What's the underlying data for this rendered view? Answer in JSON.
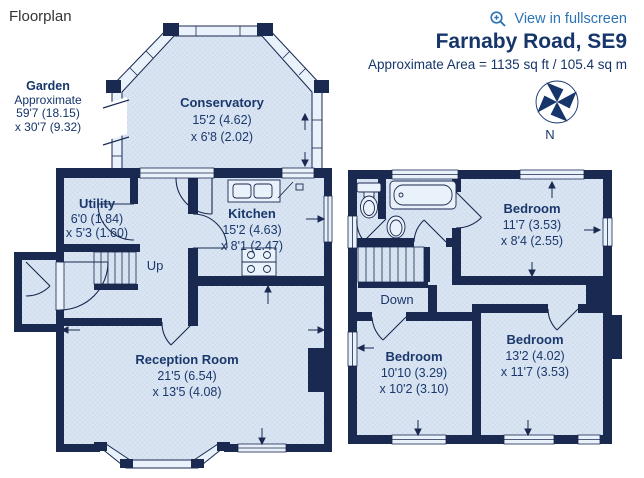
{
  "page": {
    "floorplan_label": "Floorplan",
    "fullscreen_label": "View in fullscreen",
    "title": "Farnaby Road, SE9",
    "area_text": "Approximate Area = 1135 sq ft / 105.4 sq m",
    "compass_label": "N"
  },
  "garden": {
    "name": "Garden",
    "line1": "Approximate",
    "line2": "59'7 (18.15)",
    "line3": "x 30'7 (9.32)"
  },
  "ground_floor": {
    "conservatory": {
      "name": "Conservatory",
      "dim1": "15'2 (4.62)",
      "dim2": "x 6'8 (2.02)"
    },
    "utility": {
      "name": "Utility",
      "dim1": "6'0 (1.84)",
      "dim2": "x 5'3 (1.60)"
    },
    "kitchen": {
      "name": "Kitchen",
      "dim1": "15'2 (4.63)",
      "dim2": "x 8'1 (2.47)"
    },
    "reception": {
      "name": "Reception Room",
      "dim1": "21'5 (6.54)",
      "dim2": "x 13'5 (4.08)"
    },
    "stairs_label": "Up"
  },
  "first_floor": {
    "bedroom_top": {
      "name": "Bedroom",
      "dim1": "11'7 (3.53)",
      "dim2": "x 8'4 (2.55)"
    },
    "bedroom_left": {
      "name": "Bedroom",
      "dim1": "10'10 (3.29)",
      "dim2": "x 10'2 (3.10)"
    },
    "bedroom_right": {
      "name": "Bedroom",
      "dim1": "13'2 (4.02)",
      "dim2": "x 11'7 (3.53)"
    },
    "stairs_label": "Down"
  },
  "colors": {
    "wall_navy": "#1a2950",
    "room_fill": "#d9e5f3",
    "window_fill": "#e9f1fa",
    "text_navy": "#1a386b",
    "title_navy": "#15356b",
    "link_blue": "#2b74b7"
  }
}
